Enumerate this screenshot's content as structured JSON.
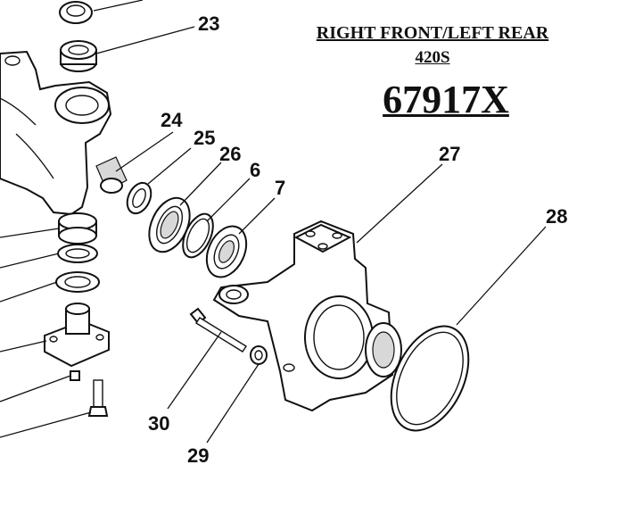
{
  "header": {
    "title_line1": "RIGHT FRONT/LEFT REAR",
    "title_line2": "420S",
    "part_number": "67917X"
  },
  "callouts": {
    "c23": "23",
    "c24": "24",
    "c25": "25",
    "c26": "26",
    "c6": "6",
    "c7": "7",
    "c27": "27",
    "c28": "28",
    "c30": "30",
    "c29": "29"
  }
}
